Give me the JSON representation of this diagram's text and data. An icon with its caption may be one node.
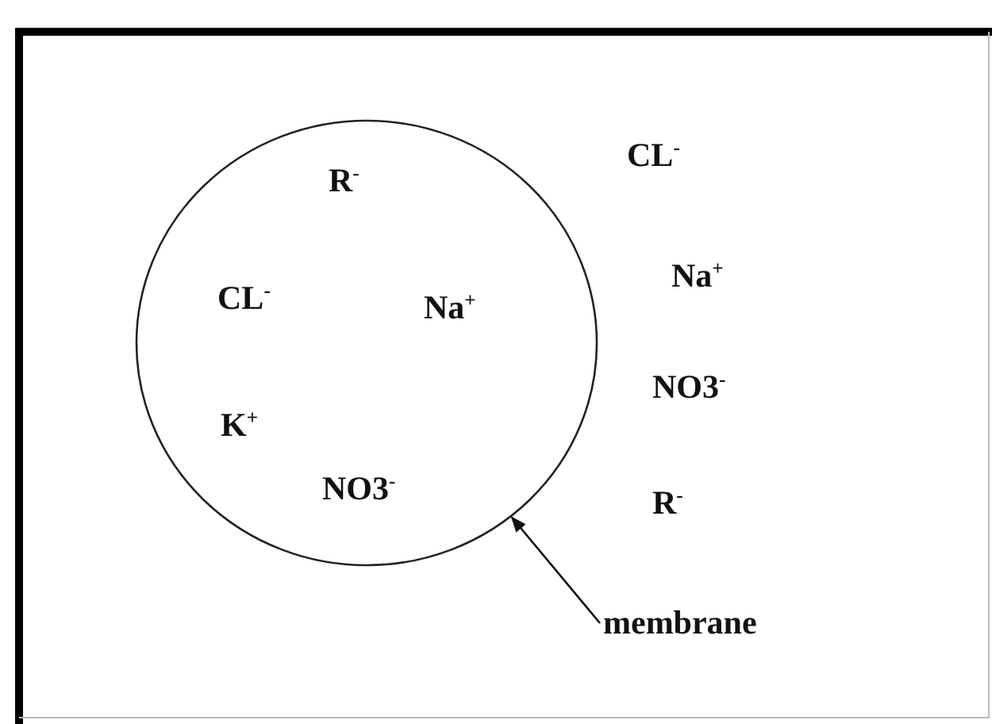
{
  "diagram": {
    "nodes": [
      {
        "text": [
          "R$^{-}$",
          "CL$^{-}$",
          "Na$^{+}$",
          "K$^{+}$",
          "NO3$^{-}$"
        ]
      },
      {
        "text": [
          "membrane"
        ]
      }
    ],
    "edges": [
      {
        "from": 1,
        "to": 0,
        "arrow": "to"
      }
    ],
    "labels": [
      "CL$^{-}$",
      "Na$^{+}$",
      "NO3$^{-}$",
      "R$^{-}$"
    ]
  }
}
